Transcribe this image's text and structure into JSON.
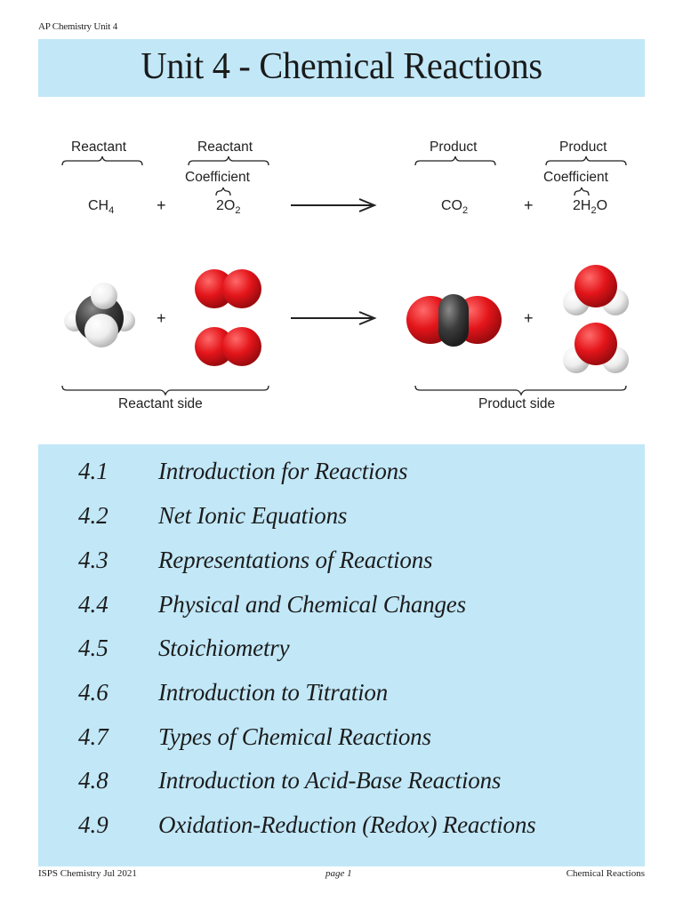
{
  "header": {
    "running_title": "AP Chemistry Unit 4"
  },
  "title": "Unit 4 - Chemical Reactions",
  "diagram": {
    "labels": {
      "reactant_1": "Reactant",
      "reactant_2": "Reactant",
      "reactant_coefficient": "Coefficient",
      "product_1": "Product",
      "product_2": "Product",
      "product_coefficient": "Coefficient",
      "reactant_side": "Reactant side",
      "product_side": "Product side"
    },
    "equation": {
      "reactant_1": {
        "base": "CH",
        "sub": "4"
      },
      "plus_1": "+",
      "reactant_2": {
        "coef": "2",
        "base": "O",
        "sub": "2"
      },
      "product_1": {
        "base": "CO",
        "sub": "2"
      },
      "plus_2": "+",
      "product_2": {
        "coef": "2",
        "base1": "H",
        "sub": "2",
        "base2": "O"
      }
    },
    "molecules": {
      "reactants": [
        "methane",
        "oxygen",
        "oxygen"
      ],
      "products": [
        "carbon-dioxide",
        "water",
        "water"
      ],
      "plus": "+"
    },
    "colors": {
      "oxygen": "#e3151a",
      "carbon": "#3c3c3c",
      "hydrogen": "#f2f2f2"
    }
  },
  "toc": [
    {
      "num": "4.1",
      "title": "Introduction for Reactions"
    },
    {
      "num": "4.2",
      "title": "Net Ionic Equations"
    },
    {
      "num": "4.3",
      "title": "Representations of Reactions"
    },
    {
      "num": "4.4",
      "title": "Physical and Chemical Changes"
    },
    {
      "num": "4.5",
      "title": "Stoichiometry"
    },
    {
      "num": "4.6",
      "title": "Introduction to Titration"
    },
    {
      "num": "4.7",
      "title": "Types of Chemical Reactions"
    },
    {
      "num": "4.8",
      "title": "Introduction to Acid-Base Reactions"
    },
    {
      "num": "4.9",
      "title": "Oxidation-Reduction (Redox) Reactions"
    }
  ],
  "footer": {
    "left": "ISPS Chemistry Jul 2021",
    "center": "page 1",
    "right": "Chemical Reactions"
  },
  "theme": {
    "box_color": "#c2e8f8"
  }
}
